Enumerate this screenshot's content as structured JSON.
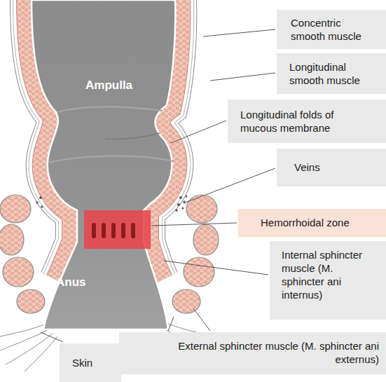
{
  "diagram": {
    "labels": [
      "Concentric smooth muscle",
      "Longitudinal smooth muscle",
      "Ampulla",
      "Longitudinal folds of mucous membrane",
      "Veins",
      "Hemorrhoidal zone",
      "Internal sphincter muscle (M. sphincter ani internus)",
      "Anus",
      "External sphincter muscle (M. sphincter ani externus)",
      "Skin"
    ]
  }
}
